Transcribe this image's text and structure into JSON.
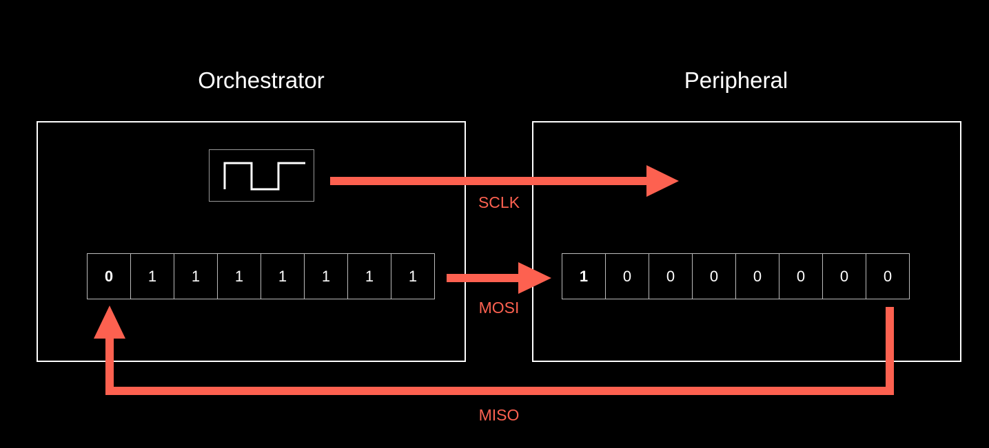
{
  "orchestrator": {
    "title": "Orchestrator",
    "register_bits": [
      "0",
      "1",
      "1",
      "1",
      "1",
      "1",
      "1",
      "1"
    ]
  },
  "peripheral": {
    "title": "Peripheral",
    "register_bits": [
      "1",
      "0",
      "0",
      "0",
      "0",
      "0",
      "0",
      "0"
    ]
  },
  "signals": {
    "sclk": "SCLK",
    "mosi": "MOSI",
    "miso": "MISO"
  },
  "colors": {
    "background": "#000000",
    "foreground": "#ffffff",
    "signal": "#fd6150"
  },
  "icons": {
    "clock": "square-wave-icon"
  }
}
